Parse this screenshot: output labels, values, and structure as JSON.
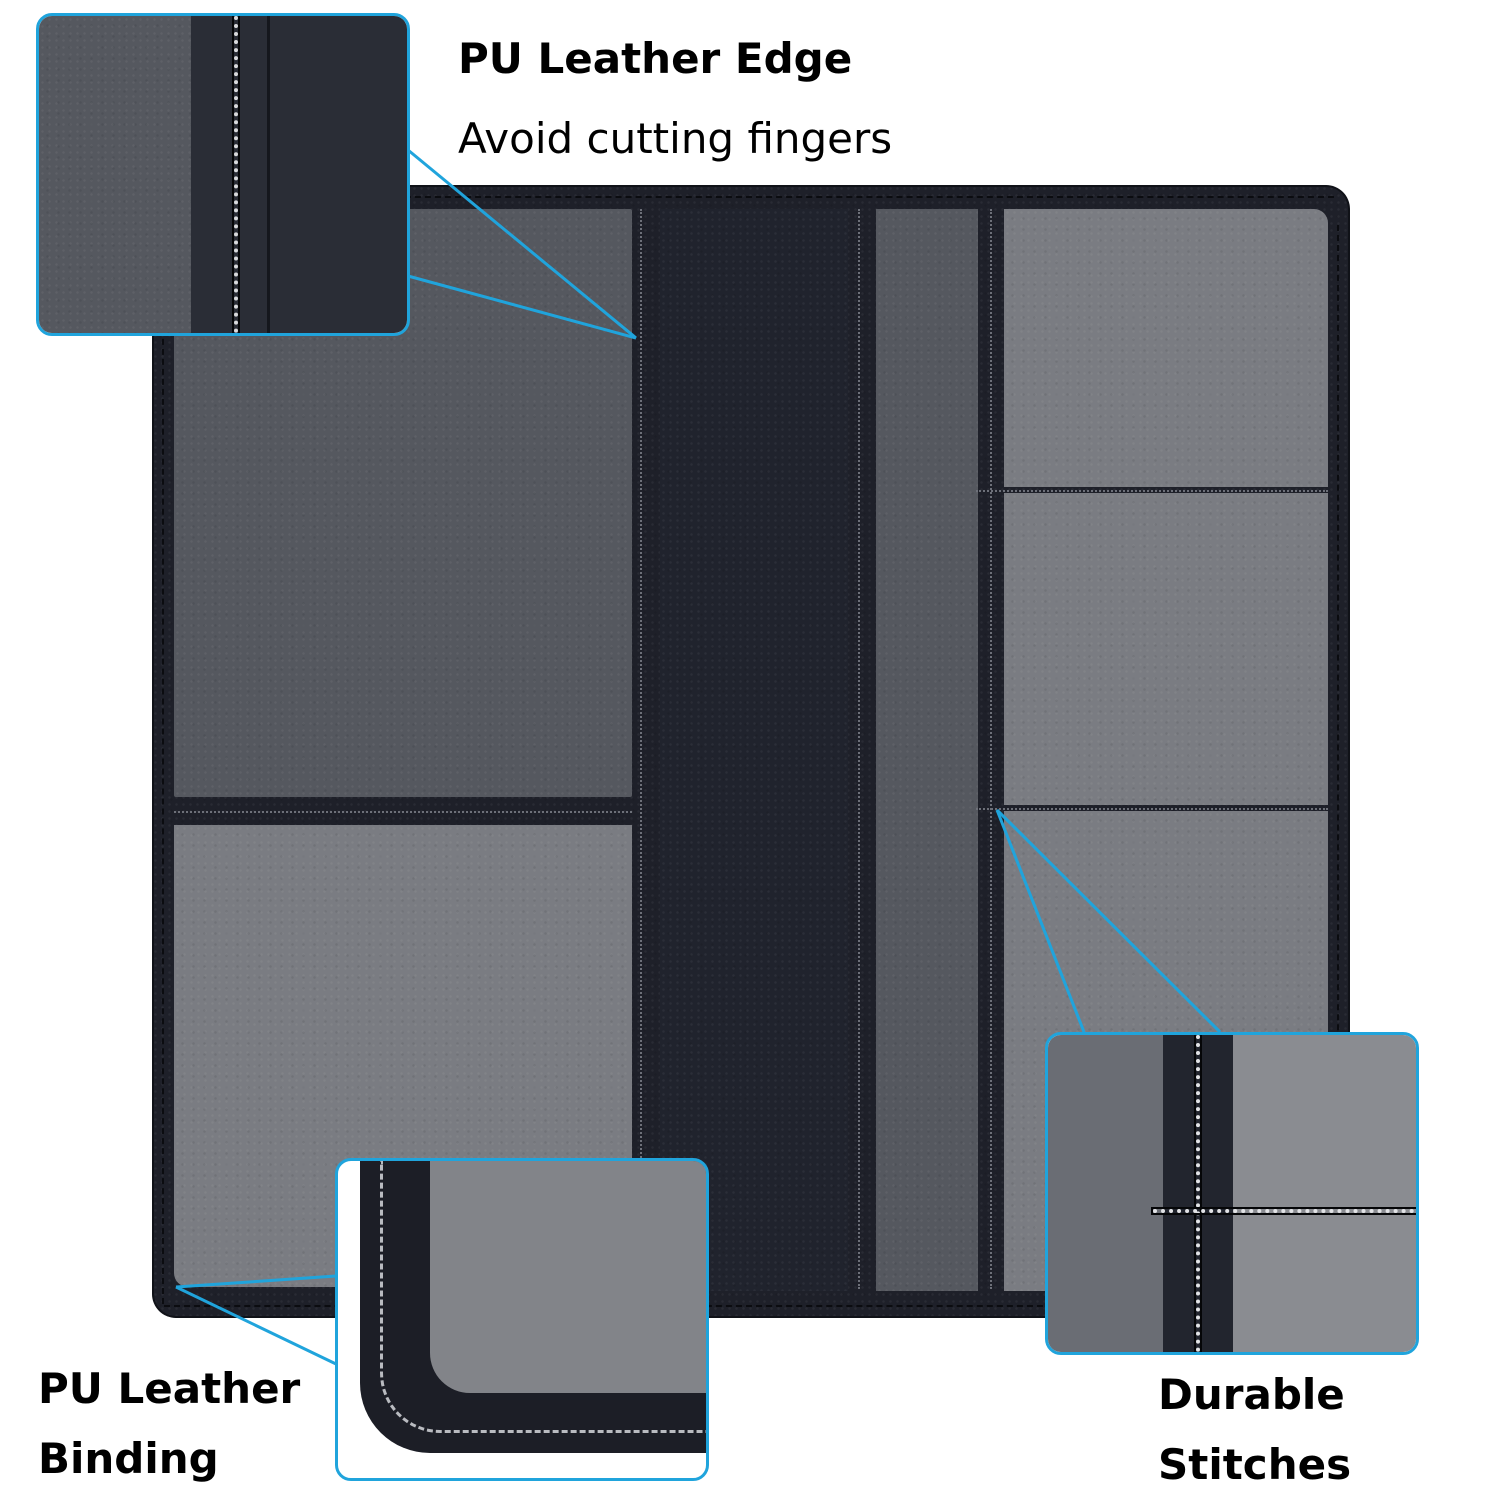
{
  "callouts": {
    "edge": {
      "title": "PU Leather Edge",
      "subtitle": "Avoid cutting fingers"
    },
    "binding": {
      "line1": "PU Leather",
      "line2": "Binding"
    },
    "stitches": {
      "line1": "Durable",
      "line2": "Stitches"
    }
  },
  "colors": {
    "accent": "#20a4dc",
    "leather_black": "#1e2029",
    "leather_gray_dark": "#55585f",
    "leather_gray_light": "#7a7c82",
    "text": "#000000"
  }
}
